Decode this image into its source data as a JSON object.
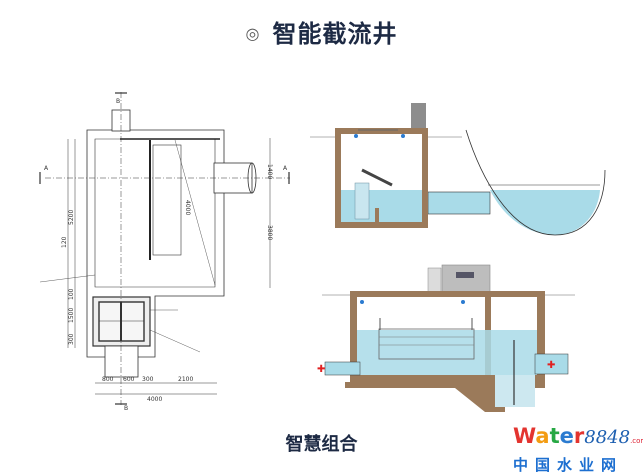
{
  "slide": {
    "title_bullet": "◎",
    "title": "智能截流井",
    "subtitle": "智慧组合"
  },
  "plan_drawing": {
    "section_a": "A",
    "section_b": "B",
    "dims_bottom": [
      "800",
      "600",
      "300",
      "2100"
    ],
    "dim_total": "4000",
    "dims_left": [
      "5200",
      "120",
      "1500",
      "100",
      "300"
    ],
    "dims_right": [
      "1400",
      "3800"
    ],
    "dim_center": "4000"
  },
  "logo": {
    "w": "W",
    "a": "a",
    "t": "t",
    "e": "e",
    "r": "r",
    "number": "8848",
    "com": ".com",
    "chinese": "中国水业网"
  },
  "colors": {
    "title": "#1d2a44",
    "water": "#a9dbe8",
    "concrete": "#9b7a5a",
    "logo_blue": "#1d6fd0"
  }
}
